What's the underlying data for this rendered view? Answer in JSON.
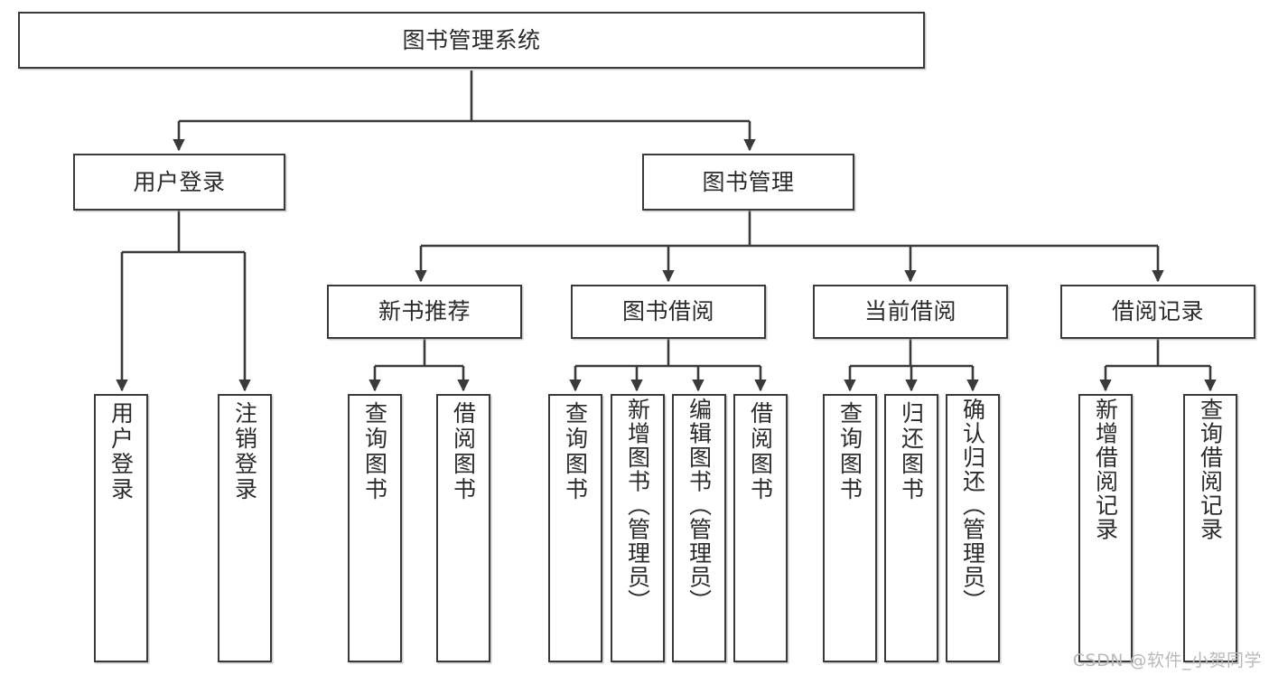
{
  "diagram": {
    "title": "图书管理系统",
    "type": "tree",
    "stroke_color": "#3a3a3a",
    "text_color": "#2b2b2b",
    "background_color": "#ffffff",
    "nodes": {
      "root": {
        "label": "图书管理系统"
      },
      "tier2": [
        {
          "label": "用户登录"
        },
        {
          "label": "图书管理"
        }
      ],
      "tier3": [
        {
          "label": "新书推荐"
        },
        {
          "label": "图书借阅"
        },
        {
          "label": "当前借阅"
        },
        {
          "label": "借阅记录"
        }
      ],
      "leaves": [
        {
          "label": "用户登录",
          "parent": "用户登录"
        },
        {
          "label": "注销登录",
          "parent": "用户登录"
        },
        {
          "label": "查询图书",
          "parent": "新书推荐"
        },
        {
          "label": "借阅图书",
          "parent": "新书推荐"
        },
        {
          "label": "查询图书",
          "parent": "图书借阅"
        },
        {
          "label": "新增图书（管理员）",
          "parent": "图书借阅"
        },
        {
          "label": "编辑图书（管理员）",
          "parent": "图书借阅"
        },
        {
          "label": "借阅图书",
          "parent": "图书借阅"
        },
        {
          "label": "查询图书",
          "parent": "当前借阅"
        },
        {
          "label": "归还图书",
          "parent": "当前借阅"
        },
        {
          "label": "确认归还（管理员）",
          "parent": "当前借阅"
        },
        {
          "label": "新增借阅记录",
          "parent": "借阅记录"
        },
        {
          "label": "查询借阅记录",
          "parent": "借阅记录"
        }
      ]
    }
  },
  "watermark": {
    "text": "CSDN @软件_小贺同学"
  }
}
